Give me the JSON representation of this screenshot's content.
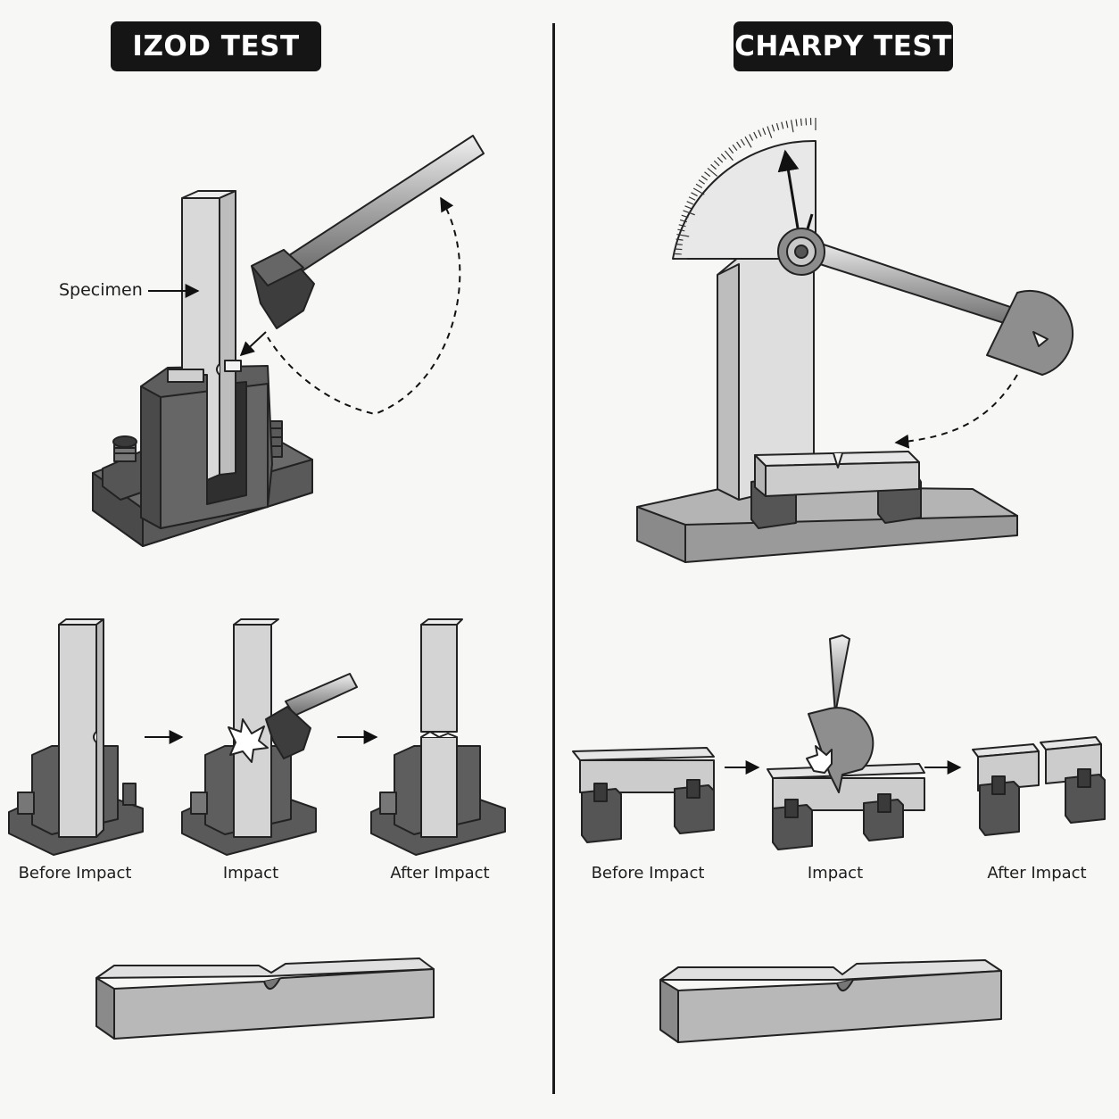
{
  "izod": {
    "title": "IZOD TEST",
    "specimen_label": "Specimen",
    "stages": [
      "Before Impact",
      "Impact",
      "After Impact"
    ]
  },
  "charpy": {
    "title": "CHARPY TEST",
    "stages": [
      "Before Impact",
      "Impact",
      "After Impact"
    ]
  },
  "colors": {
    "background": "#f7f7f6",
    "title_bg": "#151515",
    "metal_dark": "#555555",
    "metal_light": "#d6d6d6"
  }
}
